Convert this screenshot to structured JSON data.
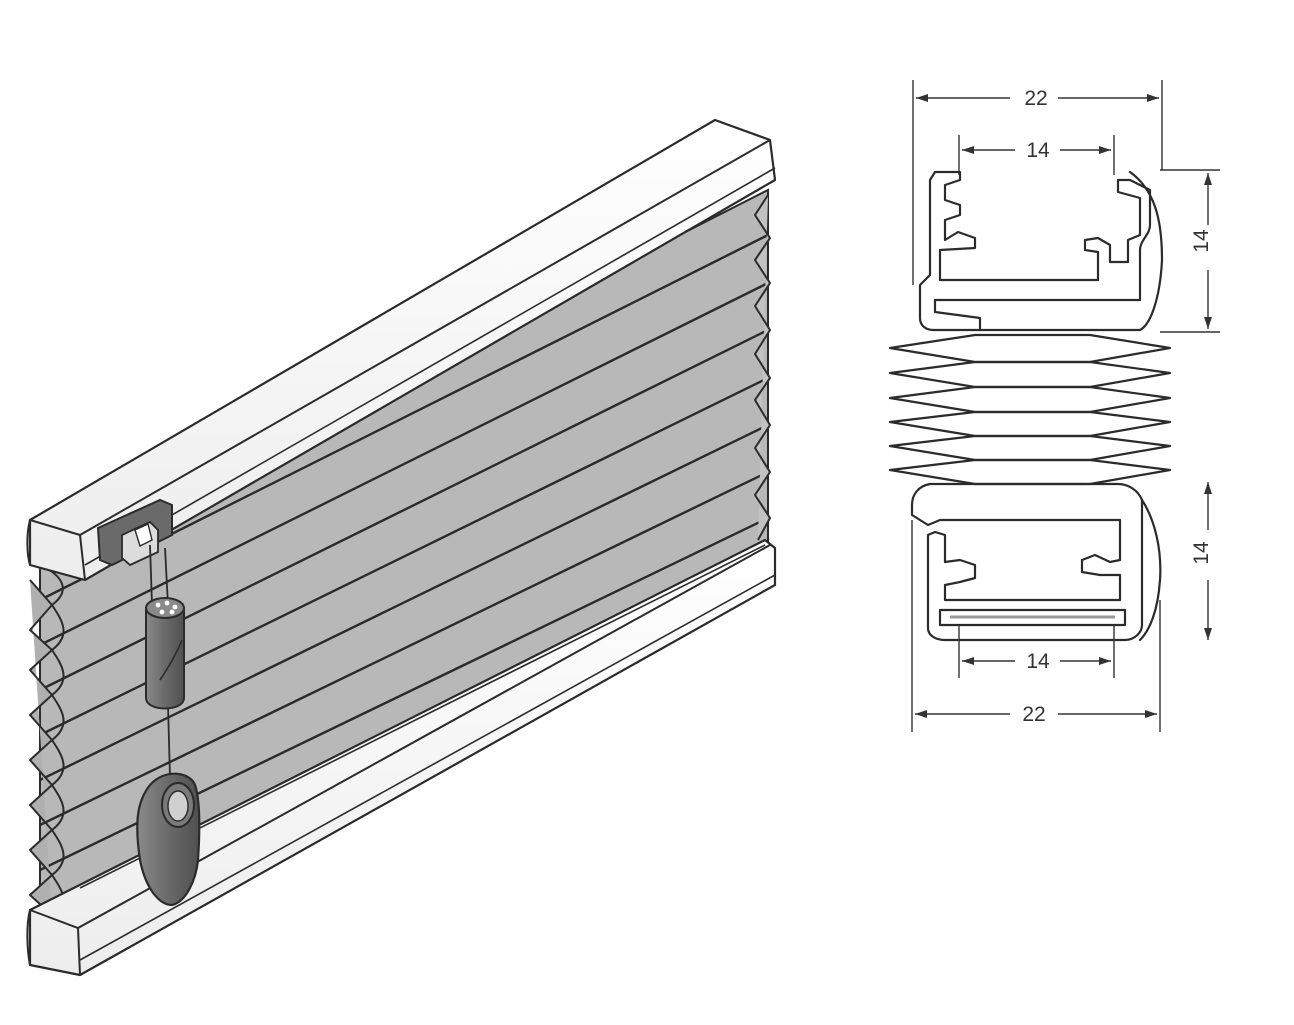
{
  "colors": {
    "fabric": "#b8b8b8",
    "fabric_light": "#cfcfcf",
    "rail": "#ffffff",
    "outline": "#2b2b2b",
    "handle": "#6f6f6f",
    "handle_dark": "#555555",
    "dimension": "#333333"
  },
  "dimensions": {
    "top_rail_width": "22",
    "top_rail_inner": "14",
    "top_rail_height": "14",
    "bottom_rail_height": "14",
    "bottom_rail_inner": "14",
    "bottom_rail_width": "22"
  }
}
